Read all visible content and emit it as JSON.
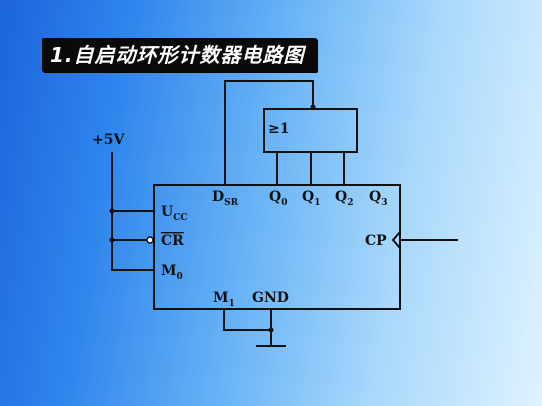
{
  "title": "1.自启动环形计数器电路图",
  "diagram": {
    "supply_label": "+5V",
    "or_gate_label": "≥1",
    "top_pins": [
      {
        "name": "D",
        "sub": "SR"
      },
      {
        "name": "Q",
        "sub": "0"
      },
      {
        "name": "Q",
        "sub": "1"
      },
      {
        "name": "Q",
        "sub": "2"
      },
      {
        "name": "Q",
        "sub": "3"
      }
    ],
    "left_pins": [
      {
        "name": "U",
        "sub": "CC"
      },
      {
        "name": "CR",
        "sub": ""
      },
      {
        "name": "M",
        "sub": "0"
      }
    ],
    "bottom_pins": [
      {
        "name": "M",
        "sub": "1"
      },
      {
        "name": "GND",
        "sub": ""
      }
    ],
    "right_pin": "CP"
  }
}
